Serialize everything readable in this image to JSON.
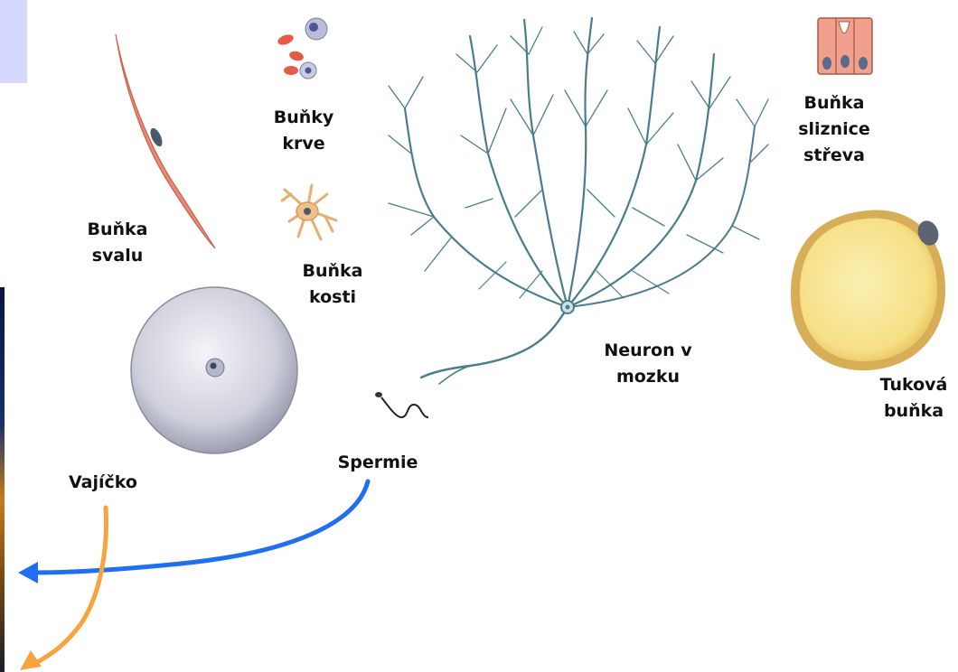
{
  "labels": {
    "muscle": {
      "line1": "Buňka",
      "line2": "svalu"
    },
    "blood": {
      "line1": "Buňky",
      "line2": "krve"
    },
    "bone": {
      "line1": "Buňka",
      "line2": "kosti"
    },
    "neuron": {
      "line1": "Neuron v",
      "line2": "mozku"
    },
    "intestine": {
      "line1": "Buňka",
      "line2": "sliznice",
      "line3": "střeva"
    },
    "fat": {
      "line1": "Tuková",
      "line2": "buňka"
    },
    "egg": {
      "line1": "Vajíčko"
    },
    "sperm": {
      "line1": "Spermie"
    }
  },
  "colors": {
    "neuron": "#4a7d8c",
    "muscle": "#e98a74",
    "fat_fill": "#f6df85",
    "egg_fill": "#cfd0dc",
    "arrow_sperm": "#1f6ff0",
    "arrow_egg": "#f7a33f",
    "corner_box": "#d6d9ff",
    "label_text": "#111111"
  },
  "icons": [
    "muscle-cell-icon",
    "blood-cells-icon",
    "bone-cell-icon",
    "neuron-icon",
    "intestine-cell-icon",
    "fat-cell-icon",
    "egg-cell-icon",
    "sperm-cell-icon"
  ]
}
